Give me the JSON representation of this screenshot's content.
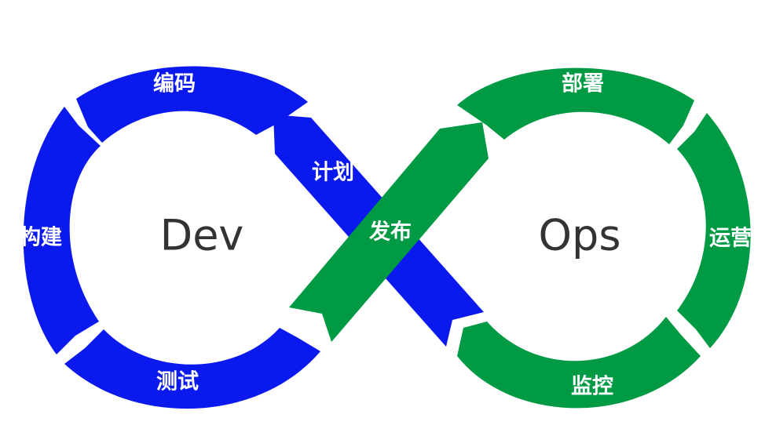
{
  "colors": {
    "dev": "#0a1aef",
    "ops": "#009a44",
    "center_text": "#333333",
    "stage_text": "#ffffff"
  },
  "dev": {
    "center_label": "Dev",
    "stages": {
      "plan": "计划",
      "code": "编码",
      "build": "构建",
      "test": "测试"
    }
  },
  "ops": {
    "center_label": "Ops",
    "stages": {
      "release": "发布",
      "deploy": "部署",
      "operate": "运营",
      "monitor": "监控"
    }
  }
}
